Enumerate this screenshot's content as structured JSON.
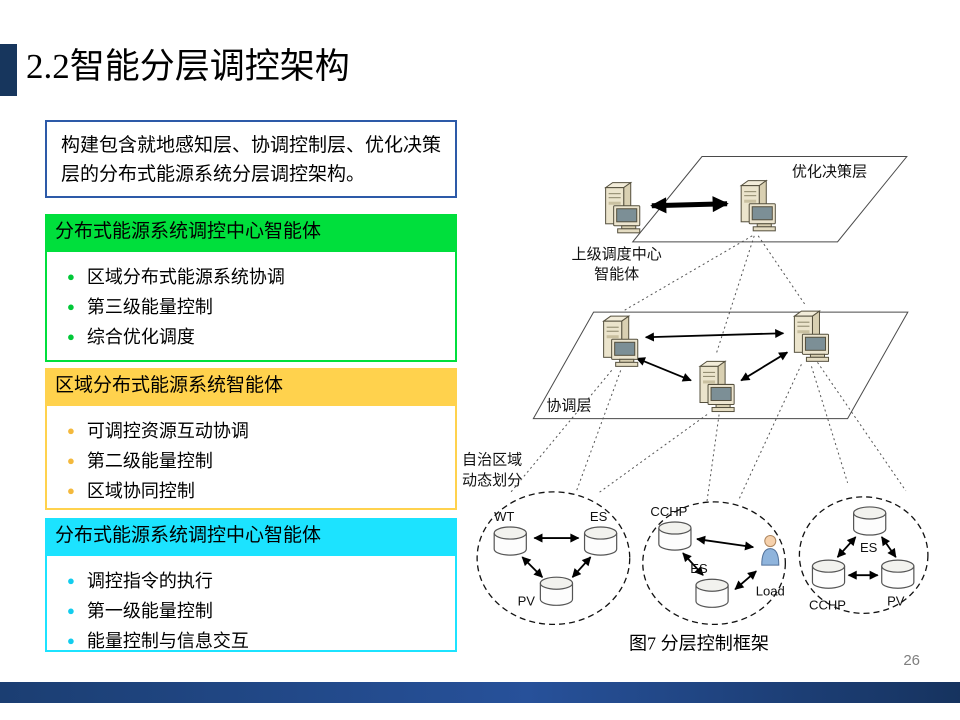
{
  "slide": {
    "title": "2.2智能分层调控架构",
    "page_number": "26"
  },
  "colors": {
    "accent_navy": "#17365d",
    "intro_border_blue": "#2d5aa8",
    "green": "#00df3c",
    "yellow": "#ffd24d",
    "cyan": "#1ce3ff",
    "footer_bar_navy": "#1b3e72"
  },
  "intro_box": {
    "text": "构建包含就地感知层、协调控制层、优化决策层的分布式能源系统分层调控架构。"
  },
  "agent_boxes": [
    {
      "header": "分布式能源系统调控中心智能体",
      "color": "#00df3c",
      "items": [
        "区域分布式能源系统协调",
        "第三级能量控制",
        "综合优化调度"
      ]
    },
    {
      "header": "区域分布式能源系统智能体",
      "color": "#ffd24d",
      "items": [
        "可调控资源互动协调",
        "第二级能量控制",
        "区域协同控制"
      ]
    },
    {
      "header": "分布式能源系统调控中心智能体",
      "color": "#1ce3ff",
      "items": [
        "调控指令的执行",
        "第一级能量控制",
        "能量控制与信息交互"
      ]
    }
  ],
  "diagram": {
    "layer_top_label": "优化决策层",
    "layer_mid_label": "协调层",
    "dispatch_label_line1": "上级调度中心",
    "dispatch_label_line2": "智能体",
    "region_label_line1": "自治区域",
    "region_label_line2": "动态划分",
    "caption": "图7 分层控制框架",
    "regions": [
      {
        "nodes": [
          "WT",
          "ES",
          "PV"
        ]
      },
      {
        "nodes": [
          "CCHP",
          "ES",
          "Load"
        ]
      },
      {
        "nodes": [
          "ES",
          "CCHP",
          "PV"
        ]
      }
    ]
  }
}
